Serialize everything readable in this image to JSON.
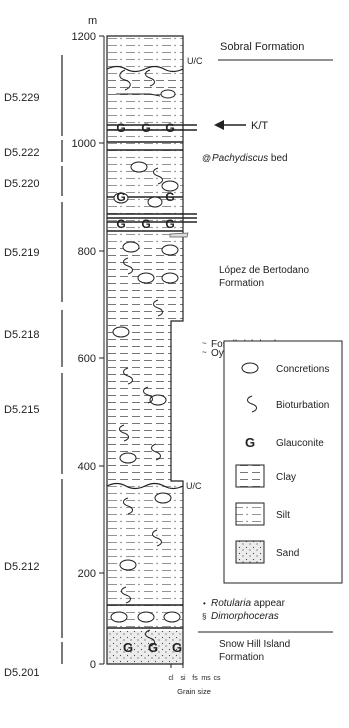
{
  "axis": {
    "unit": "m",
    "ticks": [
      "1200",
      "1000",
      "800",
      "600",
      "400",
      "200",
      "0"
    ],
    "grain_labels": [
      "cl",
      "si",
      "fs",
      "ms",
      "cs"
    ],
    "grain_title": "Grain size"
  },
  "samples": [
    "D5.229",
    "D5.222",
    "D5.220",
    "D5.219",
    "D5.218",
    "D5.215",
    "D5.212",
    "D5.201"
  ],
  "uc_top": "U/C",
  "uc_mid": "U/C",
  "kt": "K/T",
  "annotations": {
    "sobral": "Sobral Formation",
    "pachydiscus": "Pachydiscus",
    "pachydiscus_bed": " bed",
    "lopez_1": "López de Bertodano",
    "lopez_2": "Formation",
    "fossil_rich": "Fossil-rich bed",
    "oyster": "Oyster bed",
    "rotularia": "Rotularia",
    "rotularia_tail": " appear",
    "dimorphoceras": "Dimorphoceras",
    "snow_hill_1": "Snow Hill Island",
    "snow_hill_2": "Formation"
  },
  "glauconite_letter": "G",
  "legend": {
    "concretions": "Concretions",
    "bioturbation": "Bioturbation",
    "glauconite": "Glauconite",
    "clay": "Clay",
    "silt": "Silt",
    "sand": "Sand"
  },
  "colors": {
    "line": "#222222",
    "sand": "#dddddd"
  }
}
